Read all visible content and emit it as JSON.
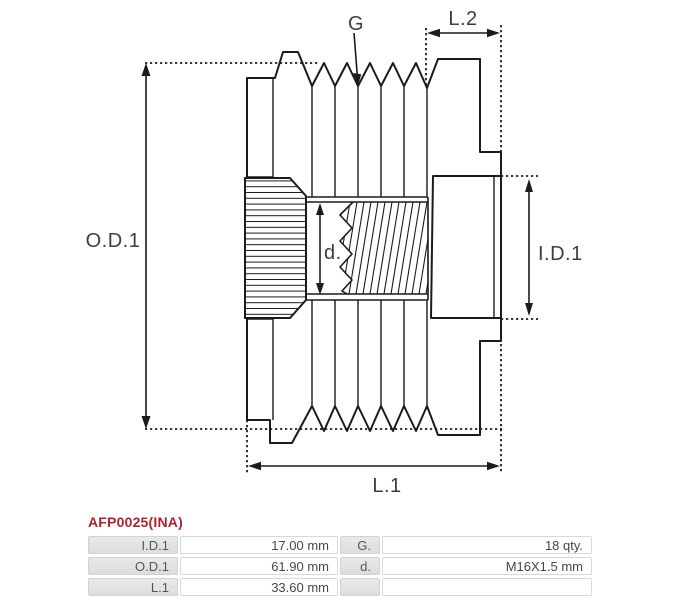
{
  "title": "AFP0025(INA)",
  "colors": {
    "accent_red": "#ab2430",
    "line": "#1b1b1b",
    "dim_text": "#3e3e3e"
  },
  "diagram": {
    "description": "Cross-section technical drawing of alternator freewheel pulley",
    "labels": {
      "g": "G",
      "l2": "L.2",
      "od1": "O.D.1",
      "id1": "I.D.1",
      "d": "d.",
      "l1": "L.1"
    }
  },
  "table": {
    "rows": [
      {
        "c1_label": "I.D.1",
        "c1_value": "17.00 mm",
        "c2_label": "G.",
        "c2_value": "18 qty."
      },
      {
        "c1_label": "O.D.1",
        "c1_value": "61.90 mm",
        "c2_label": "d.",
        "c2_value": "M16X1.5 mm"
      },
      {
        "c1_label": "L.1",
        "c1_value": "33.60 mm",
        "c2_label": "",
        "c2_value": ""
      }
    ]
  }
}
